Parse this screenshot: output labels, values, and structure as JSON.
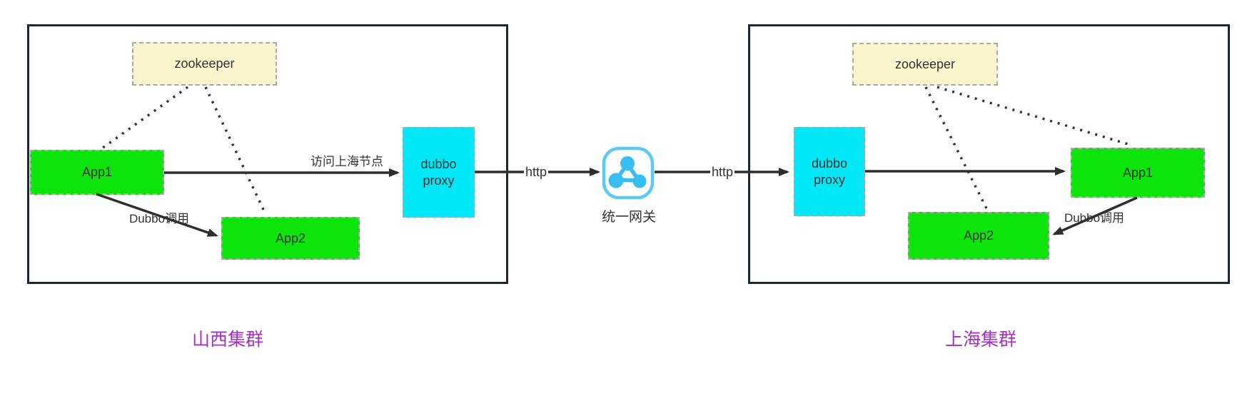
{
  "clusters": {
    "left": {
      "label": "山西集群",
      "zookeeper": "zookeeper",
      "app1": "App1",
      "app2": "App2",
      "proxy": "dubbo proxy",
      "edge_visit": "访问上海节点",
      "edge_dubbo": "Dubbo调用"
    },
    "right": {
      "label": "上海集群",
      "zookeeper": "zookeeper",
      "app1": "App1",
      "app2": "App2",
      "proxy": "dubbo proxy",
      "edge_dubbo": "Dubbo调用"
    }
  },
  "gateway": {
    "label": "统一网关",
    "http_left": "http",
    "http_right": "http"
  },
  "colors": {
    "node_green": "#0ce40c",
    "node_cyan": "#00e8f7",
    "node_cream": "#fcf4cd",
    "node_dashed_border": "#a9a9a9",
    "cluster_border": "#1c2733",
    "connector_line": "#2e2e2e",
    "gateway_icon_blue": "#38bdf3",
    "gateway_icon_border": "#5fc9f5",
    "cluster_label_purple": "#a82dc8",
    "label_text": "#333333"
  }
}
